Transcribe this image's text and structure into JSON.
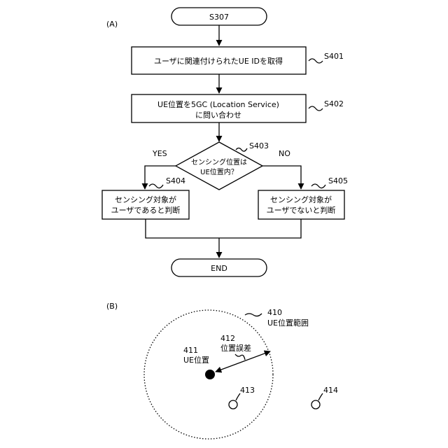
{
  "panel_a": {
    "label": "(A)",
    "start": "S307",
    "s401": {
      "ref": "S401",
      "text": "ユーザに関連付けられたUE IDを取得"
    },
    "s402": {
      "ref": "S402",
      "line1": "UE位置を5GC (Location Service)",
      "line2": "に問い合わせ"
    },
    "s403": {
      "ref": "S403",
      "line1": "センシング位置は",
      "line2": "UE位置内？"
    },
    "yes": "YES",
    "no": "NO",
    "s404": {
      "ref": "S404",
      "line1": "センシング対象が",
      "line2": "ユーザであると判断"
    },
    "s405": {
      "ref": "S405",
      "line1": "センシング対象が",
      "line2": "ユーザでないと判断"
    },
    "end": "END"
  },
  "panel_b": {
    "label": "(B)",
    "range": {
      "ref": "410",
      "text": "UE位置範囲"
    },
    "ue": {
      "ref": "411",
      "text": "UE位置"
    },
    "error": {
      "ref": "412",
      "text": "位置誤差"
    },
    "p413": "413",
    "p414": "414"
  }
}
